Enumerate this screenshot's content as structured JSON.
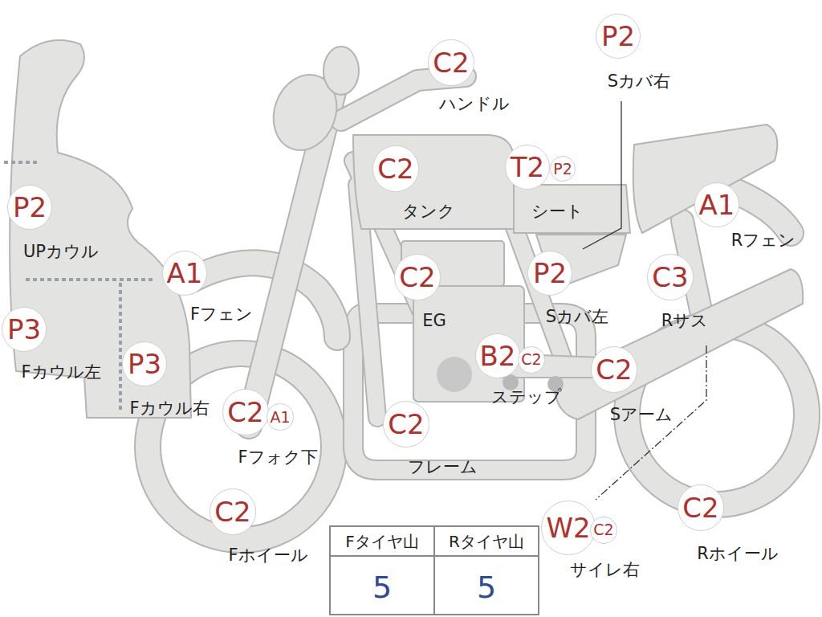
{
  "diagram": {
    "nodes": [
      {
        "text": [
          "P2",
          "Sカバ右"
        ]
      },
      {
        "text": [
          "C2",
          "ハンドル"
        ]
      },
      {
        "text": [
          "C2",
          "タンク"
        ]
      },
      {
        "text": [
          "T2",
          "シート"
        ]
      },
      {
        "text": [
          "P2"
        ]
      },
      {
        "text": [
          "A1",
          "Rフェン"
        ]
      },
      {
        "text": [
          "P2",
          "UPカウル"
        ]
      },
      {
        "text": [
          "A1",
          "Fフェン"
        ]
      },
      {
        "text": [
          "C2",
          "EG"
        ]
      },
      {
        "text": [
          "P2",
          "Sカバ左"
        ]
      },
      {
        "text": [
          "C3",
          "Rサス"
        ]
      },
      {
        "text": [
          "P3",
          "Fカウル左"
        ]
      },
      {
        "text": [
          "P3",
          "Fカウル右"
        ]
      },
      {
        "text": [
          "B2",
          "ステップ"
        ]
      },
      {
        "text": [
          "C2"
        ]
      },
      {
        "text": [
          "C2",
          "Sアーム"
        ]
      },
      {
        "text": [
          "C2",
          "Fフォク下"
        ]
      },
      {
        "text": [
          "A1"
        ]
      },
      {
        "text": [
          "C2",
          "フレーム"
        ]
      },
      {
        "text": [
          "C2",
          "Fホイール"
        ]
      },
      {
        "text": [
          "W2",
          "サイレ右"
        ]
      },
      {
        "text": [
          "C2"
        ]
      },
      {
        "text": [
          "C2",
          "Rホイール"
        ]
      }
    ],
    "labels": [
      "Fタイヤ山",
      "Rタイヤ山",
      "5",
      "5"
    ]
  }
}
